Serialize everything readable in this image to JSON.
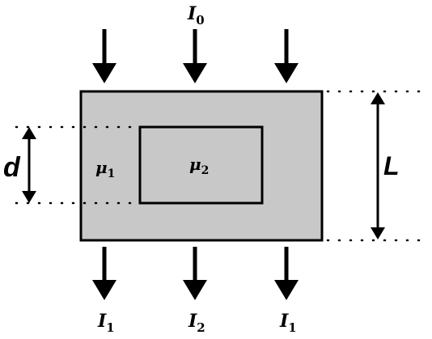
{
  "figure": {
    "incident_intensity": {
      "symbol": "I",
      "subscript": "0"
    },
    "outer_medium": {
      "symbol": "μ",
      "subscript": "1"
    },
    "inner_medium": {
      "symbol": "μ",
      "subscript": "2"
    },
    "inner_thickness_label": "d",
    "outer_thickness_label": "L",
    "transmitted": [
      {
        "symbol": "I",
        "subscript": "1"
      },
      {
        "symbol": "I",
        "subscript": "2"
      },
      {
        "symbol": "I",
        "subscript": "1"
      }
    ]
  },
  "colors": {
    "outer_fill": "#c8c8c8",
    "inner_fill": "#c8c8c8",
    "stroke": "#000000",
    "background": "#ffffff"
  }
}
